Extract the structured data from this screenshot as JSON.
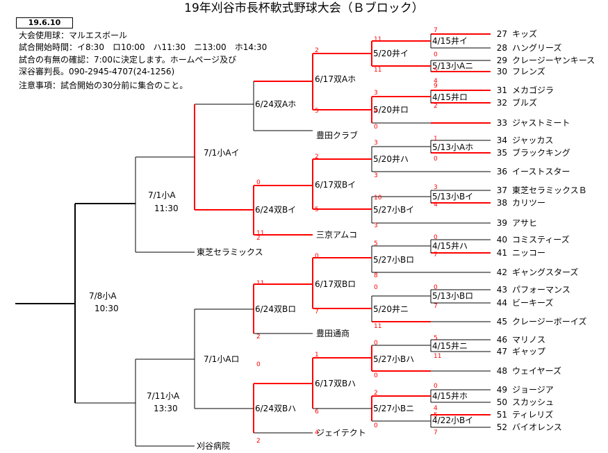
{
  "title": "19年刈谷市長杯軟式野球大会（Ｂブロック）",
  "date": "19.6.10",
  "notes": [
    "大会使用球：マルエスボール",
    "試合開始時間：イ8:30　ロ10:00　ハ11:30　ニ13:00　ホ14:30",
    "試合の有無の確認：7:00に決定します。ホームページ及び",
    "深谷審判長。090-2945-4707(24-1256)",
    "注意事項：試合開始の30分前に集合のこと。"
  ],
  "colors": {
    "winner_line": "#ff0000",
    "line": "#000000",
    "score": "#ff0000"
  },
  "teams": [
    {
      "num": "27",
      "name": "キッズ"
    },
    {
      "num": "28",
      "name": "ハングリーズ"
    },
    {
      "num": "29",
      "name": "クレージーヤンキース"
    },
    {
      "num": "30",
      "name": "フレンズ"
    },
    {
      "num": "31",
      "name": "メカゴジラ"
    },
    {
      "num": "32",
      "name": "ブルズ"
    },
    {
      "num": "33",
      "name": "ジャストミート"
    },
    {
      "num": "34",
      "name": "ジャッカス"
    },
    {
      "num": "35",
      "name": "ブラックキング"
    },
    {
      "num": "36",
      "name": "イーストスター"
    },
    {
      "num": "37",
      "name": "東芝セラミックスＢ"
    },
    {
      "num": "38",
      "name": "カリツー"
    },
    {
      "num": "39",
      "name": "アサヒ"
    },
    {
      "num": "40",
      "name": "コミスティーズ"
    },
    {
      "num": "41",
      "name": "ニッコー"
    },
    {
      "num": "42",
      "name": "ギャングスターズ"
    },
    {
      "num": "43",
      "name": "パフォーマンス"
    },
    {
      "num": "44",
      "name": "ビーキーズ"
    },
    {
      "num": "45",
      "name": "クレージーボーイズ"
    },
    {
      "num": "46",
      "name": "マリノス"
    },
    {
      "num": "47",
      "name": "ギャップ"
    },
    {
      "num": "48",
      "name": "ウェイヤーズ"
    },
    {
      "num": "49",
      "name": "ジョージア"
    },
    {
      "num": "50",
      "name": "スカッシュ"
    },
    {
      "num": "51",
      "name": "ティレリズ"
    },
    {
      "num": "52",
      "name": "バイオレンス"
    }
  ],
  "seeded_teams": [
    "豊田クラブ",
    "三京アムコ",
    "豊田通商",
    "ジェイテクト",
    "東芝セラミックス",
    "刈谷病院"
  ],
  "rounds": {
    "r1": [
      "4/15井イ",
      "5/13小Aニ",
      "4/15井ロ",
      "5/13小Aホ",
      "5/13小Bイ",
      "4/15井ハ",
      "5/13小Bロ",
      "4/15井ニ",
      "4/15井ホ",
      "4/22小Bイ"
    ],
    "r2": [
      "5/20井イ",
      "5/20井ロ",
      "5/20井ハ",
      "5/27小Bイ",
      "5/27小Bロ",
      "5/20井ニ",
      "5/27小Bハ",
      "5/27小Bニ"
    ],
    "r3": [
      "6/17双Aホ",
      "6/17双Bイ",
      "6/17双Bロ",
      "6/17双Bハ"
    ],
    "r4": [
      "6/24双Aホ",
      "6/24双Bイ",
      "6/24双Bロ",
      "6/24双Bハ"
    ],
    "r5": [
      "7/1小Aイ",
      "7/1小Aロ"
    ],
    "r6": [
      "7/1小A",
      "11:30",
      "7/11小A",
      "13:30"
    ],
    "final": [
      "7/8小A",
      "10:30"
    ]
  },
  "scores": [
    "7",
    "0",
    "5",
    "4",
    "11",
    "11",
    "2",
    "5",
    "3",
    "4",
    "9",
    "2",
    "0",
    "2",
    "5",
    "0",
    "11",
    "3",
    "3",
    "1",
    "0",
    "10",
    "3",
    "3",
    "4",
    "2",
    "0",
    "7",
    "5",
    "8",
    "0",
    "7",
    "0",
    "7",
    "0",
    "11",
    "11",
    "2",
    "5",
    "11",
    "0",
    "0",
    "1",
    "6",
    "0",
    "4",
    "2",
    "0",
    "5",
    "7",
    "0",
    "2",
    "4"
  ]
}
